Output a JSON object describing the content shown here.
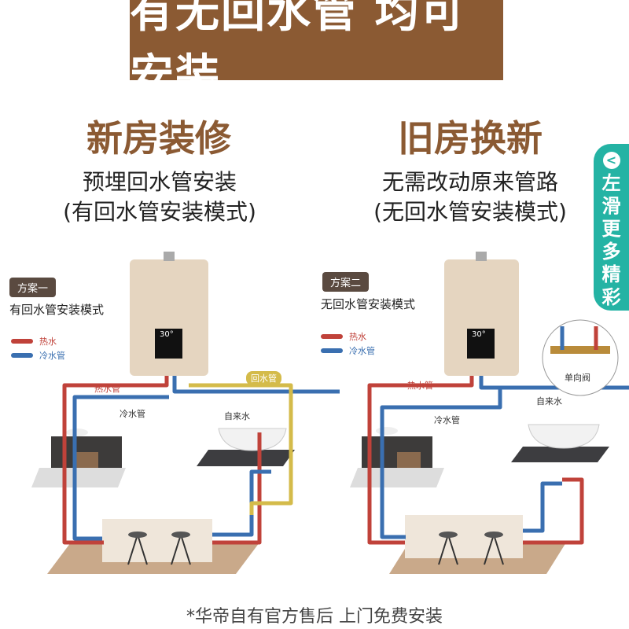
{
  "banner": "有无回水管 均可安装",
  "left": {
    "heading": "新房装修",
    "sub1": "预埋回水管安装",
    "sub2": "(有回水管安装模式)",
    "badge": "方案一",
    "mode": "有回水管安装模式",
    "legend_hot": "热水",
    "legend_cold": "冷水管",
    "hot_pipe": "热水管",
    "cold_pipe": "冷水管",
    "tap_water": "自来水",
    "return_pipe": "回水管",
    "display": "30°"
  },
  "right": {
    "heading": "旧房换新",
    "sub1": "无需改动原来管路",
    "sub2": "(无回水管安装模式)",
    "badge": "方案二",
    "mode": "无回水管安装模式",
    "legend_hot": "热水",
    "legend_cold": "冷水管",
    "hot_pipe": "热水管",
    "cold_pipe": "冷水管",
    "tap_water": "自来水",
    "check_valve": "单向阀",
    "display": "30°"
  },
  "side_tab": {
    "arrow": "<",
    "chars": [
      "左",
      "滑",
      "更",
      "多",
      "精",
      "彩"
    ]
  },
  "footer": "*华帝自有官方售后  上门免费安装",
  "colors": {
    "brown": "#8b5a33",
    "hot": "#c0423a",
    "cold": "#3a6fb0",
    "return": "#d4bb4a",
    "teal": "#24b3a4"
  }
}
